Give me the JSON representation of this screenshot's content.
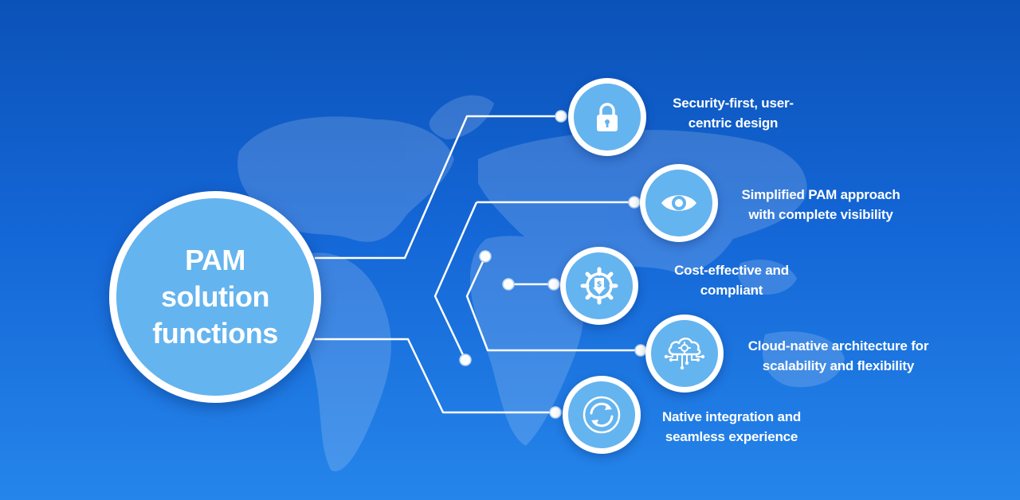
{
  "hub": {
    "title_line1": "PAM solution",
    "title_line2": "functions"
  },
  "functions": [
    {
      "line1": "Security-first, user-",
      "line2": "centric design",
      "icon": "lock-icon"
    },
    {
      "line1": "Simplified PAM approach",
      "line2": "with complete visibility",
      "icon": "eye-icon"
    },
    {
      "line1": "Cost-effective and",
      "line2": "compliant",
      "icon": "gear-dollar-icon"
    },
    {
      "line1": "Cloud-native architecture for",
      "line2": "scalability and flexibility",
      "icon": "cloud-circuit-icon"
    },
    {
      "line1": "Native integration and",
      "line2": "seamless experience",
      "icon": "sync-arrows-icon"
    }
  ],
  "colors": {
    "background_top": "#0b52b8",
    "background_bottom": "#2585ea",
    "circle_fill": "#64b4ef",
    "line": "#ffffff"
  }
}
